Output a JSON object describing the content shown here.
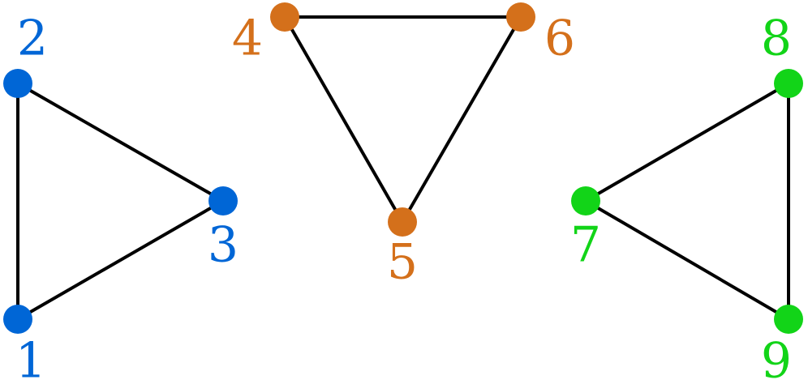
{
  "graph": {
    "groups": [
      {
        "name": "blue",
        "color": "#0066d6"
      },
      {
        "name": "orange",
        "color": "#d4701b"
      },
      {
        "name": "green",
        "color": "#12d418"
      }
    ],
    "nodes": [
      {
        "id": "1",
        "label": "1",
        "group": 0
      },
      {
        "id": "2",
        "label": "2",
        "group": 0
      },
      {
        "id": "3",
        "label": "3",
        "group": 0
      },
      {
        "id": "4",
        "label": "4",
        "group": 1
      },
      {
        "id": "5",
        "label": "5",
        "group": 1
      },
      {
        "id": "6",
        "label": "6",
        "group": 1
      },
      {
        "id": "7",
        "label": "7",
        "group": 2
      },
      {
        "id": "8",
        "label": "8",
        "group": 2
      },
      {
        "id": "9",
        "label": "9",
        "group": 2
      }
    ],
    "edges": [
      [
        "1",
        "2"
      ],
      [
        "2",
        "3"
      ],
      [
        "3",
        "1"
      ],
      [
        "4",
        "6"
      ],
      [
        "4",
        "5"
      ],
      [
        "6",
        "5"
      ],
      [
        "7",
        "8"
      ],
      [
        "8",
        "9"
      ],
      [
        "9",
        "7"
      ]
    ]
  }
}
